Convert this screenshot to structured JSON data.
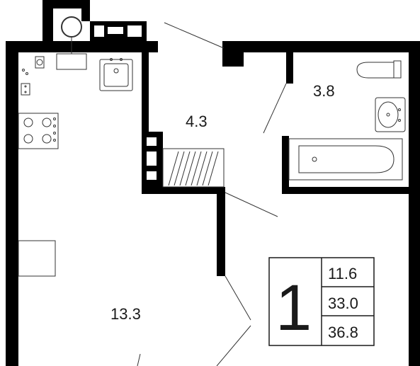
{
  "rooms": {
    "kitchen_living": {
      "area": "13.3"
    },
    "hallway": {
      "area": "4.3"
    },
    "bathroom": {
      "area": "3.8"
    }
  },
  "legend": {
    "room_count": "1",
    "living_area": "11.6",
    "total_area": "33.0",
    "total_area_with_balcony": "36.8"
  },
  "colors": {
    "wall": "#000000",
    "fixture_stroke": "#333333",
    "background": "#ffffff"
  }
}
